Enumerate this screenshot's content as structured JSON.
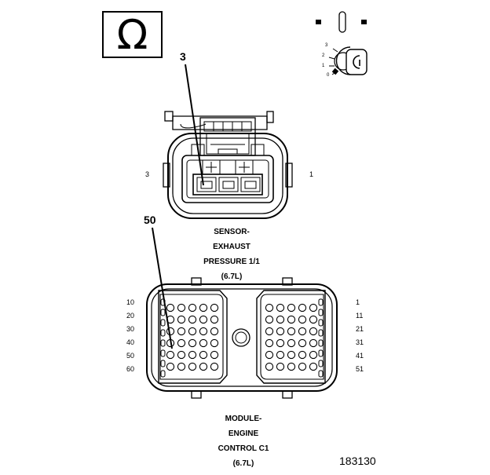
{
  "ohm_symbol": "Ω",
  "ignition_positions": [
    "3",
    "2",
    "1",
    "0"
  ],
  "sensor_connector": {
    "callout": "3",
    "left_pin": "3",
    "right_pin": "1",
    "caption": [
      "SENSOR-",
      "EXHAUST",
      "PRESSURE 1/1",
      "(6.7L)"
    ]
  },
  "ecm_connector": {
    "callout": "50",
    "left_rows": [
      "10",
      "20",
      "30",
      "40",
      "50",
      "60"
    ],
    "right_rows": [
      "1",
      "11",
      "21",
      "31",
      "41",
      "51"
    ],
    "caption": [
      "MODULE-",
      "ENGINE",
      "CONTROL C1",
      "(6.7L)"
    ]
  },
  "figure_id": "183130"
}
